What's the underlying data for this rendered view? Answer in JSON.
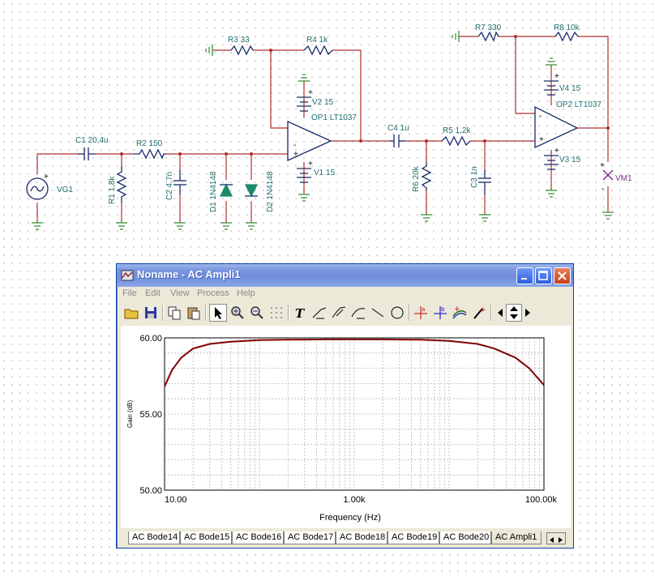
{
  "schematic": {
    "components": {
      "vg1": "VG1",
      "c1": "C1 20,4u",
      "r1": "R1 1,8k",
      "r2": "R2 150",
      "c2": "C2 4,7n",
      "d1": "D1 1N4148",
      "d2": "D2 1N4148",
      "r3": "R3 33",
      "r4": "R4 1k",
      "v2": "V2 15",
      "op1": "OP1 LT1037",
      "v1": "V1 15",
      "c4": "C4 1u",
      "r5": "R5 1,2k",
      "r6": "R6 20k",
      "c3": "C3 1n",
      "r7": "R7 330",
      "r8": "R8 10k",
      "v4": "V4 15",
      "op2": "OP2 LT1037",
      "v3": "V3 15",
      "vm1": "VM1"
    },
    "signs": {
      "plus": "+",
      "minus": "-"
    }
  },
  "window": {
    "title": "Noname - AC Ampli1",
    "menu": [
      "File",
      "Edit",
      "View",
      "Process",
      "Help"
    ],
    "toolbar_icons": [
      "open-icon",
      "save-icon",
      "copy-icon",
      "paste-icon",
      "pointer-icon",
      "zoom-in-icon",
      "zoom-out-icon",
      "grid-icon",
      "text-icon",
      "bode-tool-a-icon",
      "bode-tool-b-icon",
      "curve-icon",
      "line-icon",
      "circle-icon",
      "cursor-a-icon",
      "cursor-b-icon",
      "curve-style-icon",
      "marker-icon",
      "nav-left-icon",
      "nav-updown-icon",
      "nav-right-icon"
    ],
    "tabs": [
      "AC Bode14",
      "AC Bode15",
      "AC Bode16",
      "AC Bode17",
      "AC Bode18",
      "AC Bode19",
      "AC Bode20",
      "AC Ampli1"
    ],
    "active_tab": "AC Ampli1",
    "colors": {
      "curve": "#800000",
      "title_bar": "#7a98e0",
      "grid": "#b8b8b8"
    }
  },
  "chart_data": {
    "type": "line",
    "xlabel": "Frequency (Hz)",
    "ylabel": "Gain (dB)",
    "xscale": "log",
    "xlim": [
      10,
      100000
    ],
    "ylim": [
      50,
      60
    ],
    "x_tick_labels": [
      "10.00",
      "1.00k",
      "100.00k"
    ],
    "y_tick_labels": [
      "60.00",
      "55.00",
      "50.00"
    ],
    "grid": true,
    "series": [
      {
        "x": [
          10,
          12,
          15,
          20,
          30,
          50,
          100,
          200,
          500,
          1000,
          2000,
          5000,
          10000,
          20000,
          30000,
          50000,
          70000,
          100000
        ],
        "values": [
          56.8,
          57.9,
          58.7,
          59.3,
          59.6,
          59.75,
          59.85,
          59.88,
          59.9,
          59.9,
          59.9,
          59.88,
          59.8,
          59.6,
          59.3,
          58.7,
          58.0,
          56.9
        ]
      }
    ]
  }
}
